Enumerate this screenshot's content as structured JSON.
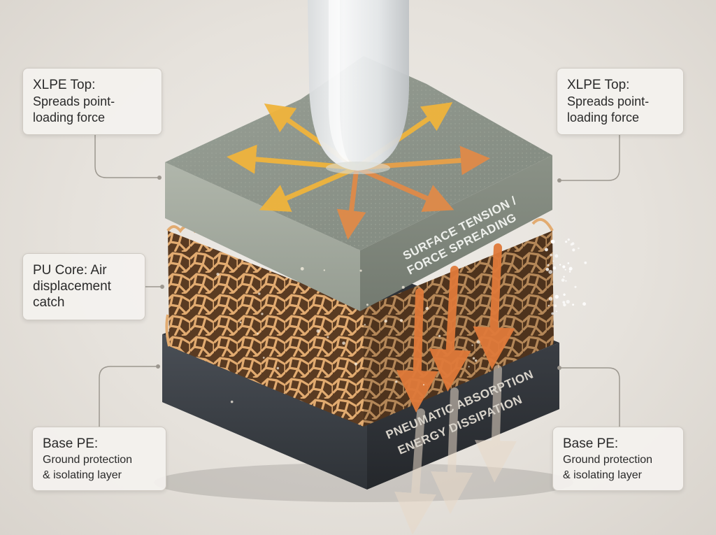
{
  "callouts": {
    "top_left": {
      "title": "XLPE Top:",
      "body_line1": "Spreads point-",
      "body_line2": "loading force"
    },
    "top_right": {
      "title": "XLPE Top:",
      "body_line1": "Spreads point-",
      "body_line2": "loading force"
    },
    "middle_left": {
      "line1": "PU Core: Air",
      "line2": "displacement",
      "line3": "catch"
    },
    "bottom_left": {
      "title": "Base PE:",
      "body_line1": "Ground protection",
      "body_line2": "& isolating layer"
    },
    "bottom_right": {
      "title": "Base PE:",
      "body_line1": "Ground protection",
      "body_line2": "& isolating layer"
    }
  },
  "layer_labels": {
    "top_line1": "SURFACE TENSION /",
    "top_line2": "FORCE SPREADING",
    "base_line1": "PNEUMATIC ABSORPTION",
    "base_line2": "ENERGY DISSIPATION"
  },
  "colors": {
    "top_layer": "#8f968c",
    "core_foam": "#e0a66a",
    "base_layer": "#3a3f45",
    "arrow_spread": "#f0b43c",
    "arrow_down": "#e07a3a",
    "leader_line": "#9c978f"
  }
}
